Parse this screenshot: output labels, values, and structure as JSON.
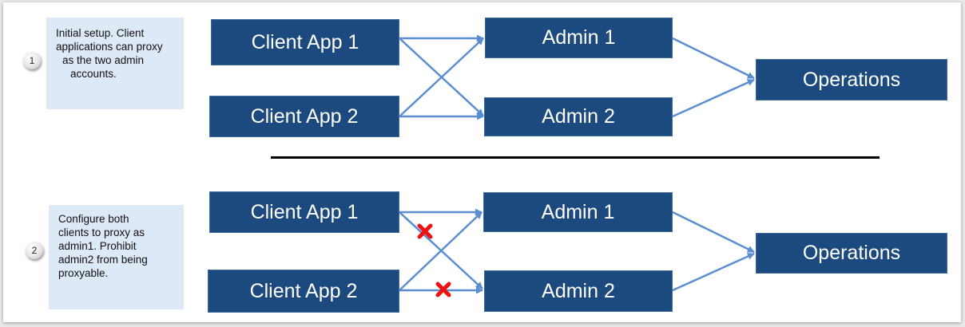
{
  "colors": {
    "box_fill": "#1c4a7e",
    "arrow": "#5b8ed0",
    "note_fill": "#dde9f7",
    "block_mark": "#ee1111",
    "divider": "#000000"
  },
  "panel1": {
    "badge": "1",
    "note_lines": [
      "Initial setup. Client",
      "applications can proxy",
      "as the two admin",
      "accounts."
    ],
    "boxes": {
      "client1": "Client App 1",
      "client2": "Client App 2",
      "admin1": "Admin 1",
      "admin2": "Admin 2",
      "ops": "Operations"
    },
    "edges": [
      {
        "from": "client1",
        "to": "admin1",
        "blocked": false
      },
      {
        "from": "client1",
        "to": "admin2",
        "blocked": false
      },
      {
        "from": "client2",
        "to": "admin1",
        "blocked": false
      },
      {
        "from": "client2",
        "to": "admin2",
        "blocked": false
      },
      {
        "from": "admin1",
        "to": "ops",
        "blocked": false
      },
      {
        "from": "admin2",
        "to": "ops",
        "blocked": false
      }
    ]
  },
  "panel2": {
    "badge": "2",
    "note_lines": [
      "Configure both",
      "clients to proxy as",
      "admin1. Prohibit",
      "admin2 from being",
      "proxyable."
    ],
    "boxes": {
      "client1": "Client App 1",
      "client2": "Client App 2",
      "admin1": "Admin 1",
      "admin2": "Admin 2",
      "ops": "Operations"
    },
    "edges": [
      {
        "from": "client1",
        "to": "admin1",
        "blocked": false
      },
      {
        "from": "client1",
        "to": "admin2",
        "blocked": true
      },
      {
        "from": "client2",
        "to": "admin1",
        "blocked": false
      },
      {
        "from": "client2",
        "to": "admin2",
        "blocked": true
      },
      {
        "from": "admin1",
        "to": "ops",
        "blocked": false
      },
      {
        "from": "admin2",
        "to": "ops",
        "blocked": false
      }
    ]
  }
}
